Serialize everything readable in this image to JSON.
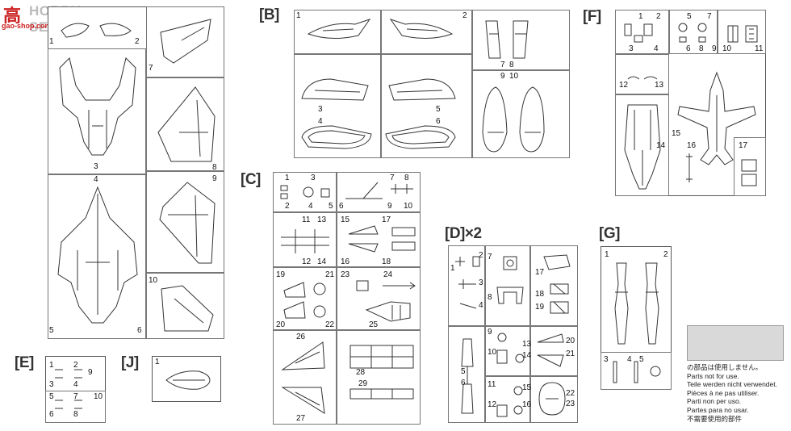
{
  "watermark": {
    "brand_cn": "高",
    "brand_en": "HOBBY SEARCH",
    "site": "gao-shop.com"
  },
  "labels": {
    "B": "[B]",
    "C": "[C]",
    "D": "[D]×2",
    "E": "[E]",
    "F": "[F]",
    "G": "[G]",
    "J": "[J]"
  },
  "sprue_a": {
    "n1": "1",
    "n2": "2",
    "n3": "3",
    "n4": "4",
    "n5": "5",
    "n6": "6",
    "n7": "7",
    "n8": "8",
    "n9": "9",
    "n10": "10"
  },
  "sprue_b": {
    "n1": "1",
    "n2": "2",
    "n3": "3",
    "n4": "4",
    "n5": "5",
    "n6": "6",
    "n7": "7",
    "n8": "8",
    "n9": "9",
    "n10": "10"
  },
  "sprue_c": {
    "n1": "1",
    "n2": "2",
    "n3": "3",
    "n4": "4",
    "n5": "5",
    "n6": "6",
    "n7": "7",
    "n8": "8",
    "n9": "9",
    "n10": "10",
    "n11": "11",
    "n12": "12",
    "n13": "13",
    "n14": "14",
    "n15": "15",
    "n16": "16",
    "n17": "17",
    "n18": "18",
    "n19": "19",
    "n20": "20",
    "n21": "21",
    "n22": "22",
    "n23": "23",
    "n24": "24",
    "n25": "25",
    "n26": "26",
    "n27": "27",
    "n28": "28",
    "n29": "29"
  },
  "sprue_d": {
    "n1": "1",
    "n2": "2",
    "n3": "3",
    "n4": "4",
    "n5": "5",
    "n6": "6",
    "n7": "7",
    "n8": "8",
    "n9": "9",
    "n10": "10",
    "n11": "11",
    "n12": "12",
    "n13": "13",
    "n14": "14",
    "n15": "15",
    "n16": "16",
    "n17": "17",
    "n18": "18",
    "n19": "19",
    "n20": "20",
    "n21": "21",
    "n22": "22",
    "n23": "23"
  },
  "sprue_e": {
    "n1": "1",
    "n2": "2",
    "n3": "3",
    "n4": "4",
    "n5": "5",
    "n6": "6",
    "n7": "7",
    "n8": "8",
    "n9": "9",
    "n10": "10"
  },
  "sprue_f": {
    "n1": "1",
    "n2": "2",
    "n3": "3",
    "n4": "4",
    "n5": "5",
    "n6": "6",
    "n7": "7",
    "n8": "8",
    "n9": "9",
    "n10": "10",
    "n11": "11",
    "n12": "12",
    "n13": "13",
    "n14": "14",
    "n15": "15",
    "n16": "16",
    "n17": "17"
  },
  "sprue_g": {
    "n1": "1",
    "n2": "2",
    "n3": "3",
    "n4": "4",
    "n5": "5"
  },
  "sprue_j": {
    "n1": "1"
  },
  "notes": [
    "の部品は使用しません。",
    "Parts not for use.",
    "Teile werden nicht verwendet.",
    "Pièces à ne pas utiliser.",
    "Parti non per uso.",
    "Partes para no usar.",
    "不需要使用的部件"
  ]
}
